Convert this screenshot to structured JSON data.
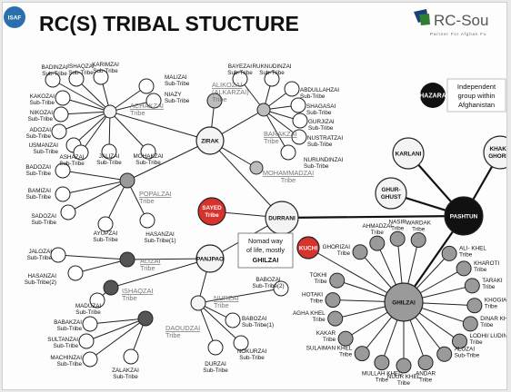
{
  "title": "RC(S) TRIBAL STUCTURE",
  "logo_left": "ISAF",
  "logo_right": {
    "name": "RC-Sou",
    "tagline": "Partner For Afghan Fu"
  },
  "legend": {
    "key": "HAZARA",
    "text": [
      "Independent",
      "group within",
      "Afghanistan"
    ]
  },
  "hubs": {
    "pashtun": "PASHTUN",
    "durrani": "DURRANI",
    "zirak": "ZIRAK",
    "panjpao": "PANJPAO",
    "ghilzai": "GHILZAI",
    "sayed": [
      "SAYED",
      "Tribe"
    ],
    "kuchi": "KUCHI",
    "karlani": "KARLANI",
    "ghur_ghust": [
      "GHUR-",
      "GHUST"
    ],
    "khakh": [
      "KHAKH",
      "GHORIA"
    ]
  },
  "note": [
    "Nomad way",
    "of life, mostly",
    "GHILZAI"
  ],
  "tribes": {
    "achakzai": [
      "ACHAKZAI",
      "Tribe"
    ],
    "alikozai": [
      "ALIKOZAI",
      "(ALKARZAI)",
      "Tribe"
    ],
    "barakzai": [
      "BARAKZAI",
      "Tribe"
    ],
    "mohammadzai": [
      "MOHAMMADZAI",
      "Tribe"
    ],
    "popalzai": [
      "POPALZAI",
      "Tribe"
    ],
    "alizai": [
      "ALIZAI",
      "Tribe"
    ],
    "ishaqzai": [
      "ISHAQZAI",
      "Tribe"
    ],
    "nurzai": [
      "NURZAI",
      "Tribe"
    ],
    "daoudzai": [
      "DAOUDZAI",
      "Tribe"
    ]
  },
  "subtribes": [
    [
      "BADINZAI",
      "Sub-Tribe"
    ],
    [
      "ISHAQZAI",
      "Sub-Tribe"
    ],
    [
      "KARIMZAI",
      "Sub-Tribe"
    ],
    [
      "KAKOZAI",
      "Sub-Tribe"
    ],
    [
      "MALIZAI",
      "Sub-Tribe"
    ],
    [
      "NIAZY",
      "Sub-Tribe"
    ],
    [
      "NIKOZAI",
      "Sub-Tribe"
    ],
    [
      "ADOZAI",
      "Sub-Tribe"
    ],
    [
      "USMANZAI",
      "Sub-Tribe"
    ],
    [
      "ASHAZAI",
      "Sub-Tribe"
    ],
    [
      "JALIZAI",
      "Sub-Tribe"
    ],
    [
      "MOHAKZAI",
      "Sub-Tribe"
    ],
    [
      "BAYEZAI",
      "Sub-Tribe"
    ],
    [
      "RUKNUDINZAI",
      "Sub-Tribe"
    ],
    [
      "ABDULLAHZAI",
      "Sub-Tribe"
    ],
    [
      "SHAGASAI",
      "Sub-Tribe"
    ],
    [
      "GURJIZAI",
      "Sub-Tribe"
    ],
    [
      "NUSTRATZAI",
      "Sub-Tribe"
    ],
    [
      "NURUNDINZAI",
      "Sub-Tribe"
    ],
    [
      "BADOZAI",
      "Sub-Tribe"
    ],
    [
      "BAMIZAI",
      "Sub-Tribe"
    ],
    [
      "SADOZAI",
      "Sub-Tribe"
    ],
    [
      "AYUPZAI",
      "Sub-Tribe"
    ],
    [
      "HASANZAI",
      "Sub-Tribe(1)"
    ],
    [
      "JALOZAI",
      "Sub-Tribe"
    ],
    [
      "HASANZAI",
      "Sub-Tribe(2)"
    ],
    [
      "MADUZAI",
      "Sub-Tribe"
    ],
    [
      "BABAKZAI",
      "Sub-Tribe"
    ],
    [
      "SULTANZAI",
      "Sub-Tribe"
    ],
    [
      "MACHINZAI",
      "Sub-Tribe"
    ],
    [
      "ZALAKZAI",
      "Sub-Tribe"
    ],
    [
      "DURZAI",
      "Sub-Tribe"
    ],
    [
      "NOKURZAI",
      "Sub-Tribe"
    ],
    [
      "BABOZAI",
      "Sub-Tribe(1)"
    ],
    [
      "BABOZAI",
      "Sub-Tribe(2)"
    ]
  ],
  "ghilzai_tribes": [
    [
      "AHMADZAI",
      "Tribe"
    ],
    [
      "NASIR",
      "Tribe"
    ],
    [
      "WARDAK",
      "Tribe"
    ],
    [
      "GHORIZAI",
      "Tribe"
    ],
    [
      "ALI- KHEL",
      "Tribe"
    ],
    [
      "KHAROTI",
      "Tribe"
    ],
    [
      "TARAKI",
      "Tribe"
    ],
    [
      "KHOGIAN",
      "Tribe"
    ],
    [
      "DINAR KHEL",
      "Tribe"
    ],
    [
      "LODHI/ LUDIN",
      "Tribe"
    ],
    [
      "ALOZAI",
      "Sub-Tribe"
    ],
    [
      "ANDAR",
      "Tribe"
    ],
    [
      "NUUR KHEL",
      "Tribe"
    ],
    [
      "MULLAH KHEL",
      "Tribe"
    ],
    [
      "SULAIMAN KHEL",
      "Tribe"
    ],
    [
      "KAKAR",
      "Tribe"
    ],
    [
      "AGHA KHEL",
      "Tribe"
    ],
    [
      "HOTAKI",
      "Tribe"
    ],
    [
      "TOKHI",
      "Tribe"
    ]
  ],
  "colors": {
    "dark": "#111111",
    "gray": "#9a9a9a",
    "light": "#f4f4f4",
    "red": "#d8322c",
    "text_gray": "#7a7a7a"
  }
}
